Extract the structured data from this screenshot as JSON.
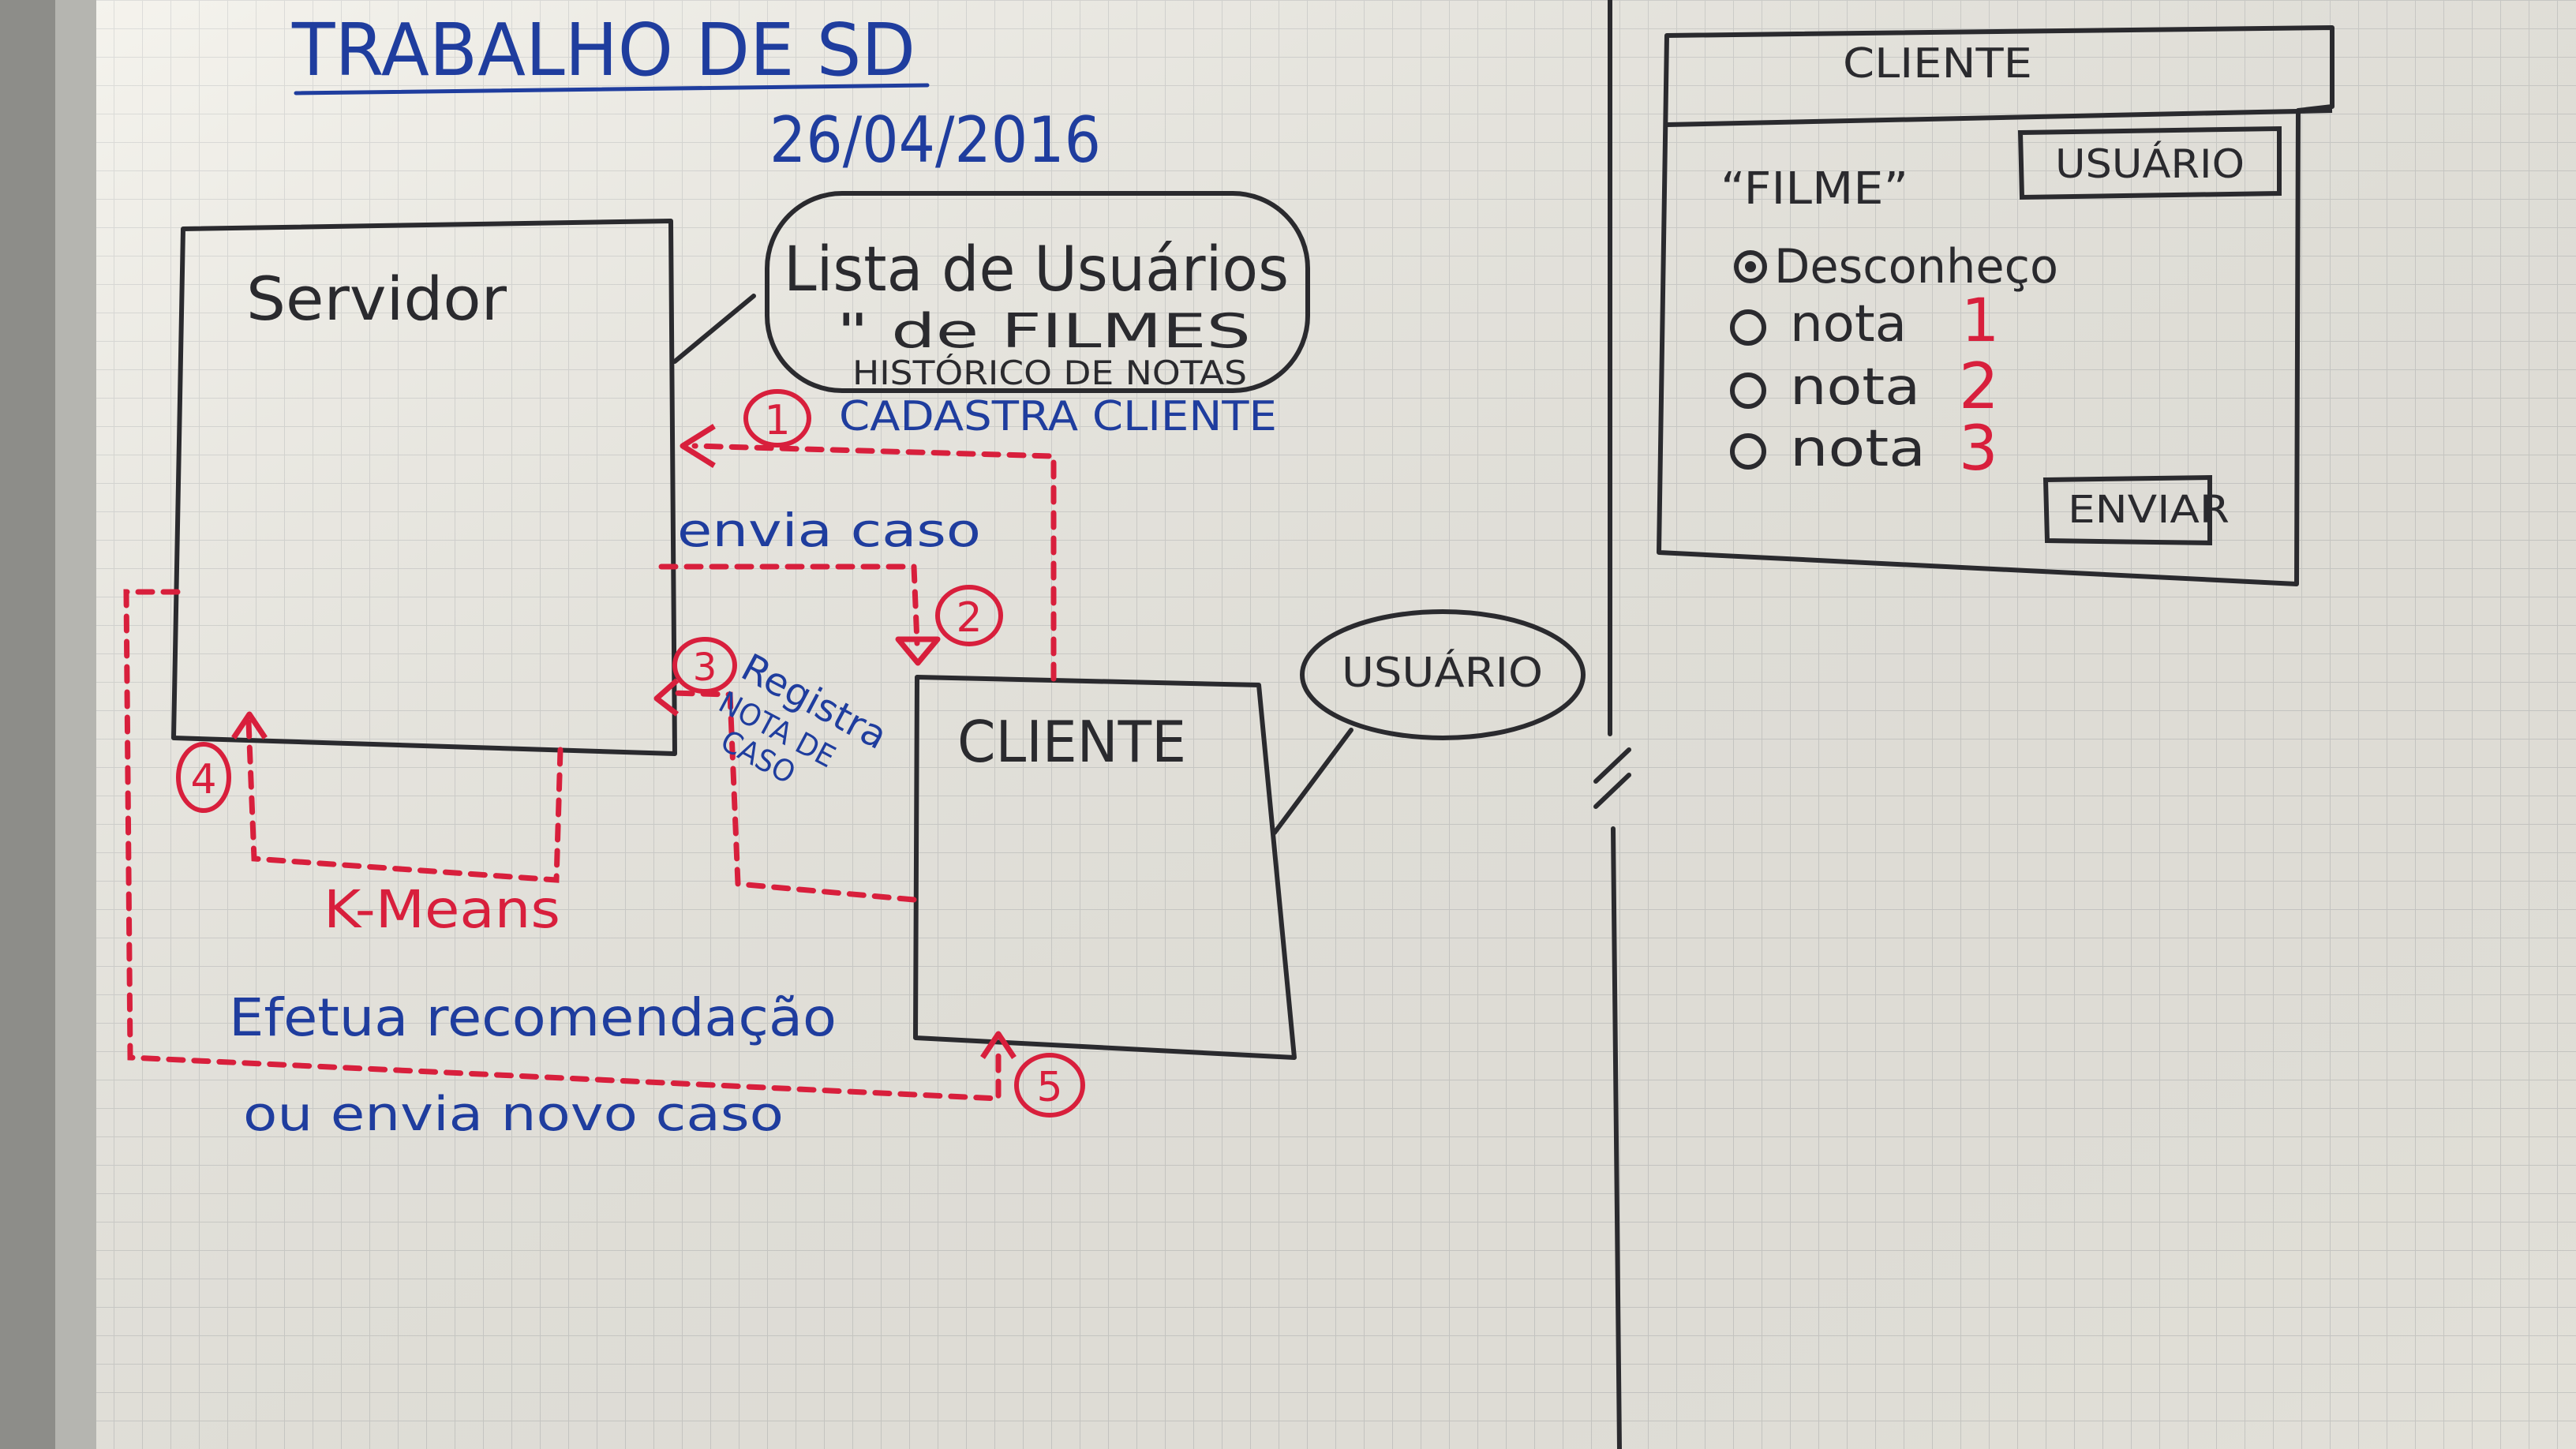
{
  "title": "TRABALHO DE SD",
  "date": "26/04/2016",
  "server": {
    "label": "Servidor",
    "note_line1": "Lista de Usuários",
    "note_line2": "\"   de FILMES",
    "note_line3": "HISTÓRICO DE NOTAS"
  },
  "client": {
    "label": "CLIENTE"
  },
  "user_bubble": "USUÁRIO",
  "steps": [
    {
      "number": "1",
      "label": "CADASTRA CLIENTE"
    },
    {
      "number": "2",
      "label": "envia caso"
    },
    {
      "number": "3",
      "label_line1": "Registra",
      "label_line2": "NOTA DE",
      "label_line3": "CASO"
    },
    {
      "number": "4",
      "label": "K-Means"
    },
    {
      "number": "5",
      "label_line1": "Efetua recomendação",
      "label_line2": "ou envia novo caso"
    }
  ],
  "client_ui": {
    "window_title": "CLIENTE",
    "movie_label": "“FILME”",
    "user_button": "USUÁRIO",
    "options": [
      {
        "text": "Desconheço",
        "selected": true,
        "number": ""
      },
      {
        "text": "nota",
        "selected": false,
        "number": "1"
      },
      {
        "text": "nota",
        "selected": false,
        "number": "2"
      },
      {
        "text": "nota",
        "selected": false,
        "number": "3"
      }
    ],
    "send_button": "ENVIAR"
  },
  "colors": {
    "board": "#f1efe7",
    "grid": "#d3d3cf",
    "marker_black": "#2a2a2e",
    "marker_blue": "#1f3d9e",
    "marker_red": "#d81f3c",
    "frame": "#9a9a96"
  }
}
